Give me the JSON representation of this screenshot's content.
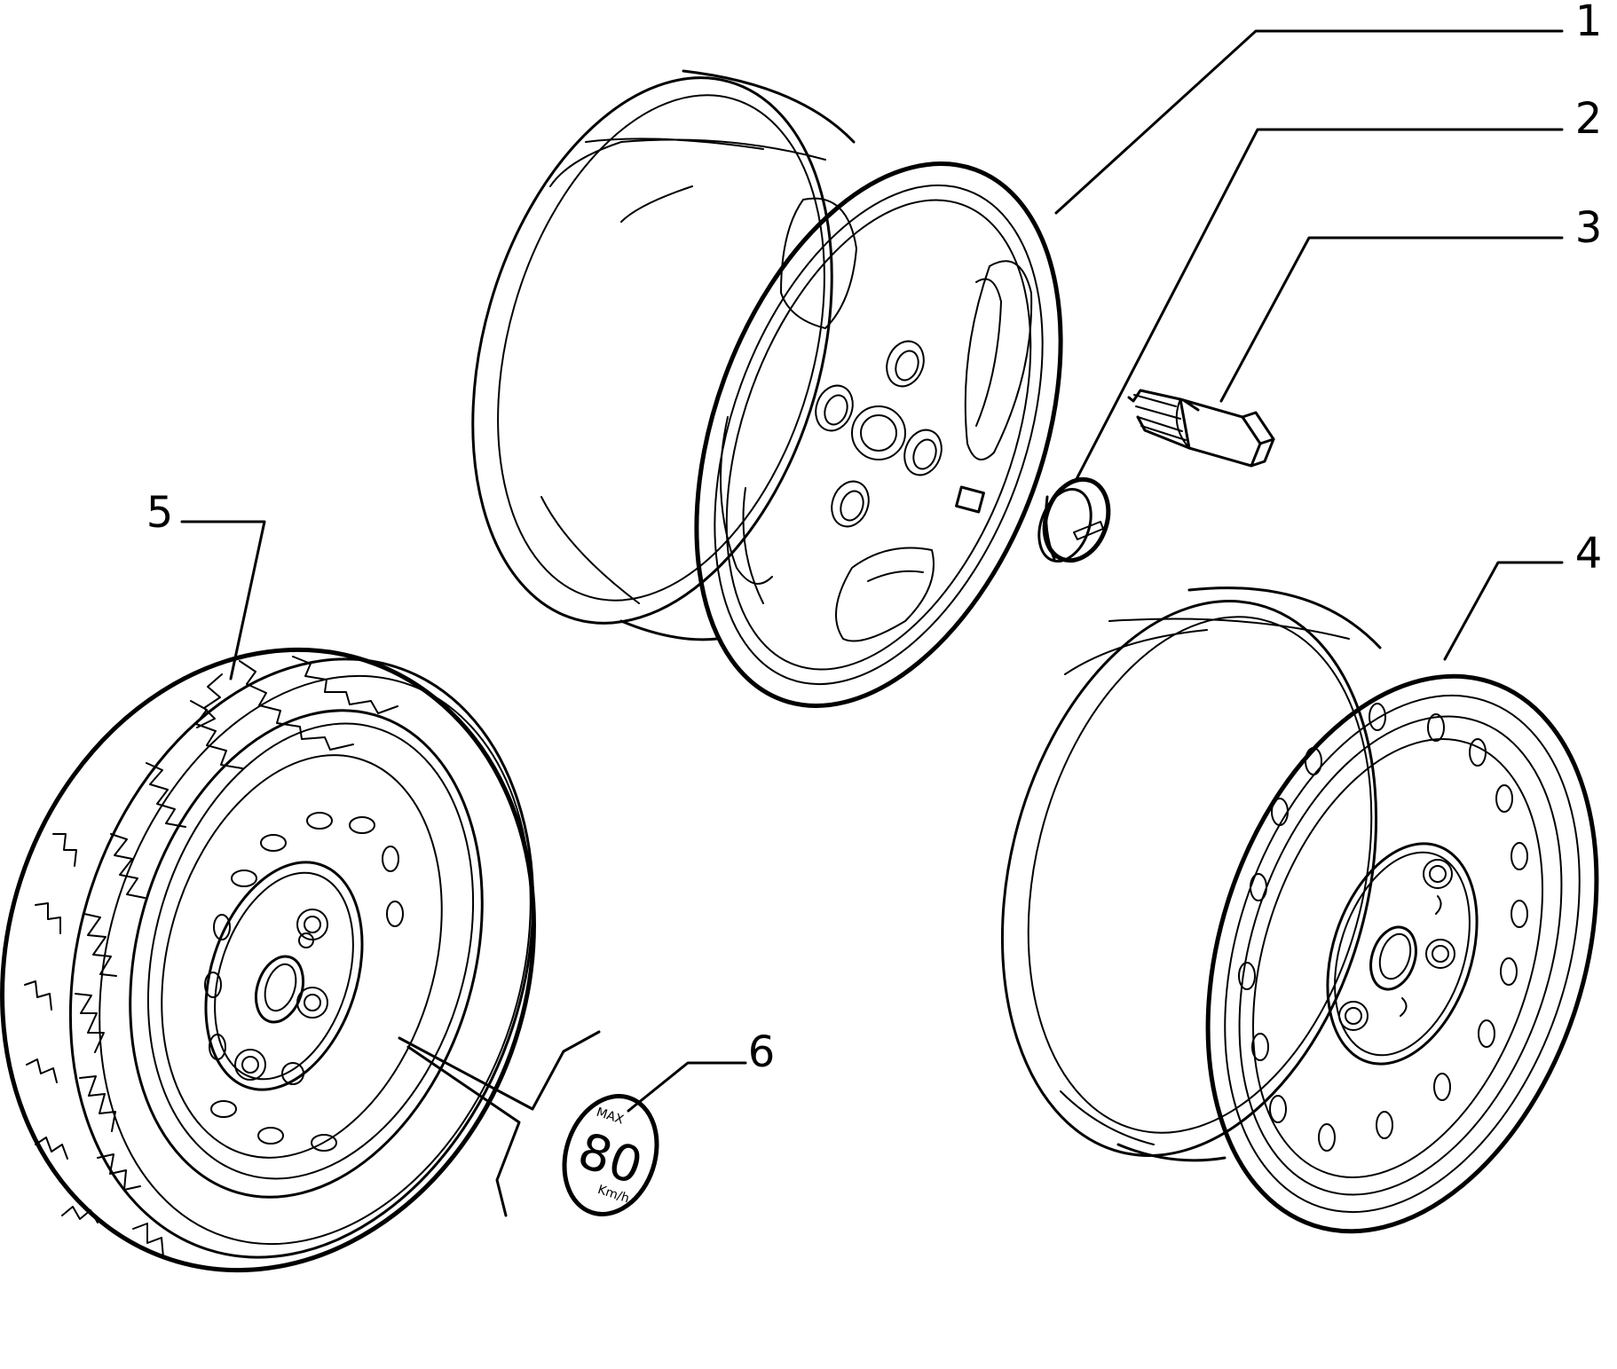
{
  "callouts": [
    {
      "number": "1",
      "part": "alloy-wheel"
    },
    {
      "number": "2",
      "part": "center-cap"
    },
    {
      "number": "3",
      "part": "wheel-bolt"
    },
    {
      "number": "4",
      "part": "steel-wheel"
    },
    {
      "number": "5",
      "part": "spare-wheel-tyre"
    },
    {
      "number": "6",
      "part": "speed-limit-label"
    }
  ],
  "speed_label": {
    "line1": "MAX",
    "value": "80",
    "unit": "Km/h"
  },
  "colors": {
    "ink": "#000000",
    "paper": "#ffffff"
  }
}
